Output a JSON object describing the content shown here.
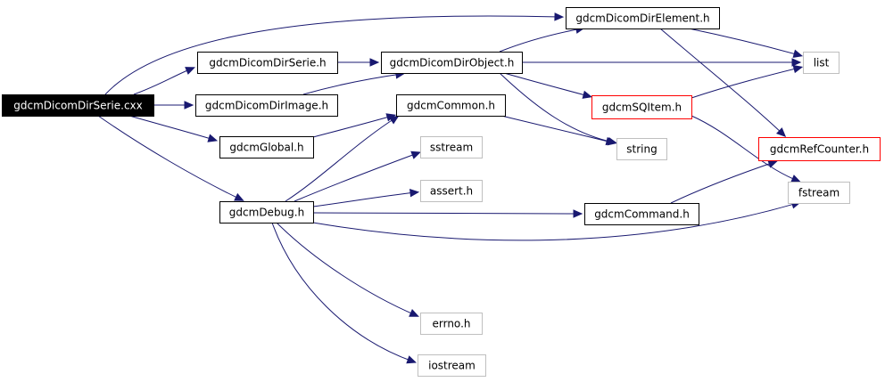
{
  "nodes": [
    {
      "id": "gdcmDicomDirSerie.cxx",
      "label": "gdcmDicomDirSerie.cxx",
      "style": "root"
    },
    {
      "id": "gdcmDicomDirSerie.h",
      "label": "gdcmDicomDirSerie.h",
      "style": "normal"
    },
    {
      "id": "gdcmDicomDirImage.h",
      "label": "gdcmDicomDirImage.h",
      "style": "normal"
    },
    {
      "id": "gdcmGlobal.h",
      "label": "gdcmGlobal.h",
      "style": "normal"
    },
    {
      "id": "gdcmDebug.h",
      "label": "gdcmDebug.h",
      "style": "normal"
    },
    {
      "id": "gdcmDicomDirObject.h",
      "label": "gdcmDicomDirObject.h",
      "style": "normal"
    },
    {
      "id": "gdcmCommon.h",
      "label": "gdcmCommon.h",
      "style": "normal"
    },
    {
      "id": "gdcmDicomDirElement.h",
      "label": "gdcmDicomDirElement.h",
      "style": "normal"
    },
    {
      "id": "gdcmCommand.h",
      "label": "gdcmCommand.h",
      "style": "normal"
    },
    {
      "id": "gdcmSQItem.h",
      "label": "gdcmSQItem.h",
      "style": "red"
    },
    {
      "id": "gdcmRefCounter.h",
      "label": "gdcmRefCounter.h",
      "style": "red"
    },
    {
      "id": "list",
      "label": "list",
      "style": "muted"
    },
    {
      "id": "string",
      "label": "string",
      "style": "muted"
    },
    {
      "id": "sstream",
      "label": "sstream",
      "style": "muted"
    },
    {
      "id": "assert.h",
      "label": "assert.h",
      "style": "muted"
    },
    {
      "id": "fstream",
      "label": "fstream",
      "style": "muted"
    },
    {
      "id": "errno.h",
      "label": "errno.h",
      "style": "muted"
    },
    {
      "id": "iostream",
      "label": "iostream",
      "style": "muted"
    }
  ],
  "edges": [
    {
      "from": "gdcmDicomDirSerie.cxx",
      "to": "gdcmDicomDirElement.h"
    },
    {
      "from": "gdcmDicomDirSerie.cxx",
      "to": "gdcmDicomDirSerie.h"
    },
    {
      "from": "gdcmDicomDirSerie.cxx",
      "to": "gdcmDicomDirImage.h"
    },
    {
      "from": "gdcmDicomDirSerie.cxx",
      "to": "gdcmGlobal.h"
    },
    {
      "from": "gdcmDicomDirSerie.cxx",
      "to": "gdcmDebug.h"
    },
    {
      "from": "gdcmDicomDirSerie.h",
      "to": "gdcmDicomDirObject.h"
    },
    {
      "from": "gdcmDicomDirImage.h",
      "to": "gdcmDicomDirObject.h"
    },
    {
      "from": "gdcmGlobal.h",
      "to": "gdcmCommon.h"
    },
    {
      "from": "gdcmDicomDirObject.h",
      "to": "gdcmDicomDirElement.h"
    },
    {
      "from": "gdcmDicomDirObject.h",
      "to": "list"
    },
    {
      "from": "gdcmDicomDirObject.h",
      "to": "gdcmSQItem.h"
    },
    {
      "from": "gdcmDicomDirObject.h",
      "to": "string"
    },
    {
      "from": "gdcmDicomDirElement.h",
      "to": "list"
    },
    {
      "from": "gdcmDicomDirElement.h",
      "to": "gdcmRefCounter.h"
    },
    {
      "from": "gdcmSQItem.h",
      "to": "list"
    },
    {
      "from": "gdcmSQItem.h",
      "to": "fstream"
    },
    {
      "from": "gdcmCommon.h",
      "to": "string"
    },
    {
      "from": "gdcmDebug.h",
      "to": "gdcmCommon.h"
    },
    {
      "from": "gdcmDebug.h",
      "to": "sstream"
    },
    {
      "from": "gdcmDebug.h",
      "to": "assert.h"
    },
    {
      "from": "gdcmDebug.h",
      "to": "gdcmCommand.h"
    },
    {
      "from": "gdcmDebug.h",
      "to": "fstream"
    },
    {
      "from": "gdcmDebug.h",
      "to": "errno.h"
    },
    {
      "from": "gdcmDebug.h",
      "to": "iostream"
    },
    {
      "from": "gdcmCommand.h",
      "to": "gdcmRefCounter.h"
    }
  ]
}
